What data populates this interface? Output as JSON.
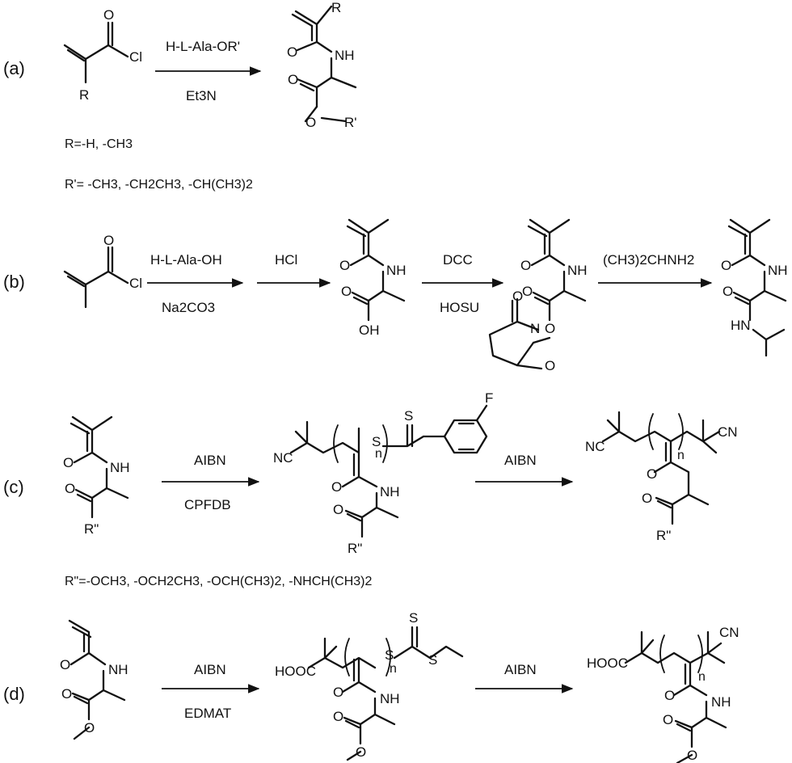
{
  "colors": {
    "ink": "#111111",
    "background": "#ffffff"
  },
  "schemes": {
    "a": {
      "label": "(a)",
      "arrow": {
        "top": "H-L-Ala-OR'",
        "bottom": "Et3N"
      },
      "notes": [
        "R=-H, -CH3",
        "R'= -CH3, -CH2CH3, -CH(CH3)2"
      ]
    },
    "b": {
      "label": "(b)",
      "arrows": [
        {
          "top": "H-L-Ala-OH",
          "bottom": "Na2CO3"
        },
        {
          "top": "HCl",
          "bottom": ""
        },
        {
          "top": "DCC",
          "bottom": "HOSU"
        },
        {
          "top": "(CH3)2CHNH2",
          "bottom": ""
        }
      ]
    },
    "c": {
      "label": "(c)",
      "arrows": [
        {
          "top": "AIBN",
          "bottom": "CPFDB"
        },
        {
          "top": "AIBN",
          "bottom": ""
        }
      ],
      "note": "R\"=-OCH3, -OCH2CH3, -OCH(CH3)2, -NHCH(CH3)2"
    },
    "d": {
      "label": "(d)",
      "arrows": [
        {
          "top": "AIBN",
          "bottom": "EDMAT"
        },
        {
          "top": "AIBN",
          "bottom": ""
        }
      ]
    }
  }
}
